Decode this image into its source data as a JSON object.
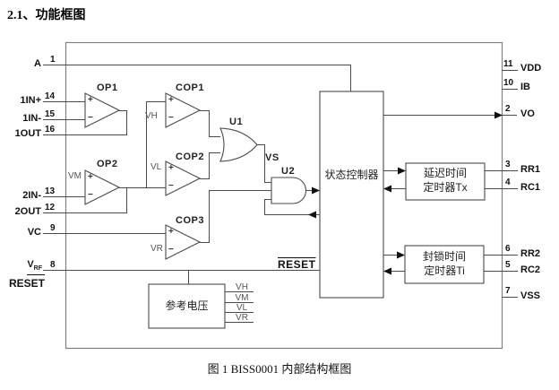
{
  "page": {
    "section_title": "2.1、功能框图",
    "caption": "图 1   BISS0001 内部结构框图"
  },
  "components": {
    "op1": "OP1",
    "op2": "OP2",
    "cop1": "COP1",
    "cop2": "COP2",
    "cop3": "COP3",
    "u1": "U1",
    "u2": "U2",
    "vs_signal": "VS",
    "reset_signal": "RESET",
    "state_controller": "状态控制器",
    "delay_timer": {
      "line1": "延迟时间",
      "line2": "定时器Tx"
    },
    "block_timer": {
      "line1": "封锁时间",
      "line2": "定时器Ti"
    },
    "ref_voltage": "参考电压",
    "plus": "+",
    "minus": "−"
  },
  "ref_inputs": {
    "vh": "VH",
    "vm": "VM",
    "vl": "VL",
    "vr": "VR"
  },
  "ref_outputs": [
    "VH",
    "VM",
    "VL",
    "VR"
  ],
  "pins_left": [
    {
      "num": "1",
      "label": "A"
    },
    {
      "num": "14",
      "label": "1IN+"
    },
    {
      "num": "15",
      "label": "1IN-"
    },
    {
      "num": "16",
      "label": "1OUT"
    },
    {
      "num": "13",
      "label": "2IN-"
    },
    {
      "num": "12",
      "label": "2OUT"
    },
    {
      "num": "9",
      "label": "VC"
    },
    {
      "num": "8",
      "label": "V",
      "sub": "RF",
      "label2": "RESET"
    }
  ],
  "pins_right": [
    {
      "num": "11",
      "label": "VDD"
    },
    {
      "num": "10",
      "label": "IB"
    },
    {
      "num": "2",
      "label": "VO"
    },
    {
      "num": "3",
      "label": "RR1"
    },
    {
      "num": "4",
      "label": "RC1"
    },
    {
      "num": "6",
      "label": "RR2"
    },
    {
      "num": "5",
      "label": "RC2"
    },
    {
      "num": "7",
      "label": "VSS"
    }
  ]
}
